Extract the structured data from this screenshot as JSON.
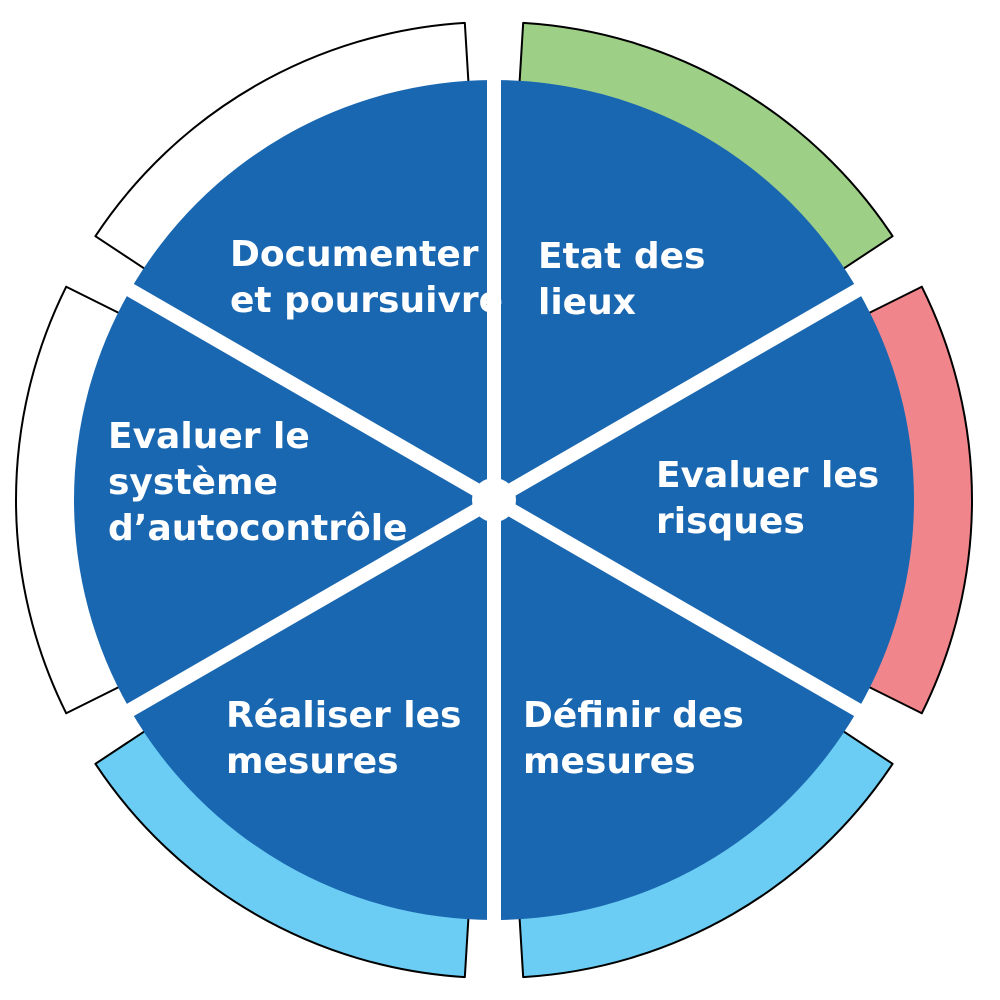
{
  "diagram": {
    "type": "cycle",
    "colors": {
      "sector_fill": "#1a67b1",
      "background": "#ffffff",
      "label": "#ffffff",
      "band_outline": "#000000"
    },
    "segments": [
      {
        "id": "etat",
        "lines": [
          "Etat des",
          "lieux"
        ],
        "band_color": "#9ecf86"
      },
      {
        "id": "risques",
        "lines": [
          "Evaluer les",
          "risques"
        ],
        "band_color": "#f0868c"
      },
      {
        "id": "definir",
        "lines": [
          "Définir des",
          "mesures"
        ],
        "band_color": "#6bcdf3"
      },
      {
        "id": "realiser",
        "lines": [
          "Réaliser les",
          "mesures"
        ],
        "band_color": "#6bcdf3"
      },
      {
        "id": "evaluer-systeme",
        "lines": [
          "Evaluer le",
          "système",
          "d’autocontrôle"
        ],
        "band_color": "#ffffff"
      },
      {
        "id": "documenter",
        "lines": [
          "Documenter",
          "et poursuivre"
        ],
        "band_color": "#ffffff"
      }
    ]
  }
}
